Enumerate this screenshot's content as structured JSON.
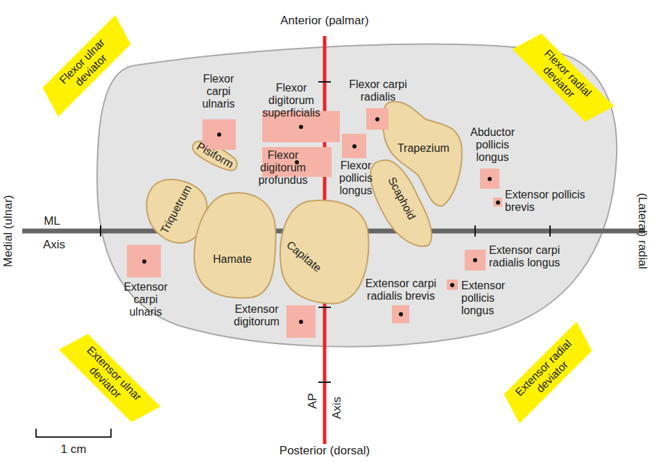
{
  "diagram": {
    "nodes": [
      {
        "text": [
          "Flexor ulnar deviator"
        ]
      },
      {
        "text": [
          "Flexor radial deviator"
        ]
      },
      {
        "text": [
          "Flexor carpi ulnaris"
        ]
      },
      {
        "text": [
          "Flexor digitorum superficialis"
        ]
      },
      {
        "text": [
          "Flexor carpi radialis"
        ]
      },
      {
        "text": [
          "Trapezium"
        ]
      },
      {
        "text": [
          "Pisiform"
        ]
      },
      {
        "text": [
          "Flexor digitorum profundus"
        ]
      },
      {
        "text": [
          "Flexor pollicis longus"
        ]
      },
      {
        "text": [
          "Abductor pollicis longus"
        ]
      },
      {
        "text": [
          "Triquetrum"
        ]
      },
      {
        "text": [
          "Scaphoid"
        ]
      },
      {
        "text": [
          "Extensor pollicis brevis"
        ]
      },
      {
        "text": [
          "Hamate"
        ]
      },
      {
        "text": [
          "Capitate"
        ]
      },
      {
        "text": [
          "Extensor carpi ulnaris"
        ]
      },
      {
        "text": [
          "Extensor carpi radialis longus"
        ]
      },
      {
        "text": [
          "Extensor pollicis longus"
        ]
      },
      {
        "text": [
          "Extensor carpi radialis brevis"
        ]
      },
      {
        "text": [
          "Extensor digitorum"
        ]
      },
      {
        "text": [
          "Extensor ulnar deviator"
        ]
      },
      {
        "text": [
          "Extensor radial deviator"
        ]
      }
    ],
    "labels": [
      "Anterior (palmar)",
      "Medial (ulnar)",
      "(Lateral) radial",
      "ML",
      "Axis",
      "AP",
      "Axis",
      "Posterior (dorsal)",
      "1 cm"
    ]
  }
}
